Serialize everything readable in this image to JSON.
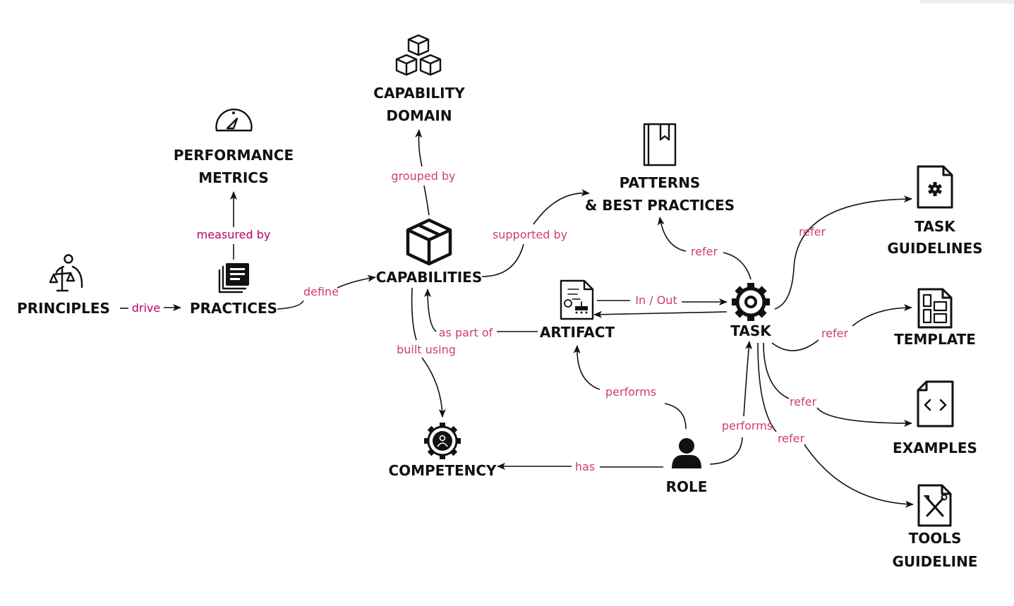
{
  "colors": {
    "node_text": "#111111",
    "edge_label": "#d13a7a",
    "edge_label_alt": "#b8006b",
    "edge": "#111111"
  },
  "nodes": {
    "principles": {
      "label": "PRINCIPLES",
      "icon": "scales-person-icon"
    },
    "practices": {
      "label": "PRACTICES",
      "icon": "documents-stack-icon"
    },
    "performance_metrics": {
      "line1": "PERFORMANCE",
      "line2": "METRICS",
      "icon": "gauge-icon"
    },
    "capability_domain": {
      "line1": "CAPABILITY",
      "line2": "DOMAIN",
      "icon": "boxes-icon"
    },
    "capabilities": {
      "label": "CAPABILITIES",
      "icon": "box-icon"
    },
    "patterns": {
      "line1": "PATTERNS",
      "line2": "& BEST PRACTICES",
      "icon": "book-icon"
    },
    "artifact": {
      "label": "ARTIFACT",
      "icon": "artifact-document-icon"
    },
    "task": {
      "label": "TASK",
      "icon": "gear-icon"
    },
    "competency": {
      "label": "COMPETENCY",
      "icon": "gear-person-icon"
    },
    "role": {
      "label": "ROLE",
      "icon": "person-icon"
    },
    "task_guidelines": {
      "line1": "TASK",
      "line2": "GUIDELINES",
      "icon": "file-gear-icon"
    },
    "template": {
      "label": "TEMPLATE",
      "icon": "file-layout-icon"
    },
    "examples": {
      "label": "EXAMPLES",
      "icon": "file-code-icon"
    },
    "tools_guideline": {
      "line1": "TOOLS",
      "line2": "GUIDELINE",
      "icon": "file-tools-icon"
    }
  },
  "edges": {
    "drive": "drive",
    "measured_by": "measured by",
    "define": "define",
    "grouped_by": "grouped by",
    "supported_by": "supported by",
    "built_using": "built using",
    "as_part_of": "as part of",
    "in_out": "In / Out",
    "refer_patterns": "refer",
    "refer_guidelines": "refer",
    "refer_template": "refer",
    "refer_examples": "refer",
    "refer_tools": "refer",
    "performs_artifact": "performs",
    "performs_task": "performs",
    "has": "has"
  }
}
